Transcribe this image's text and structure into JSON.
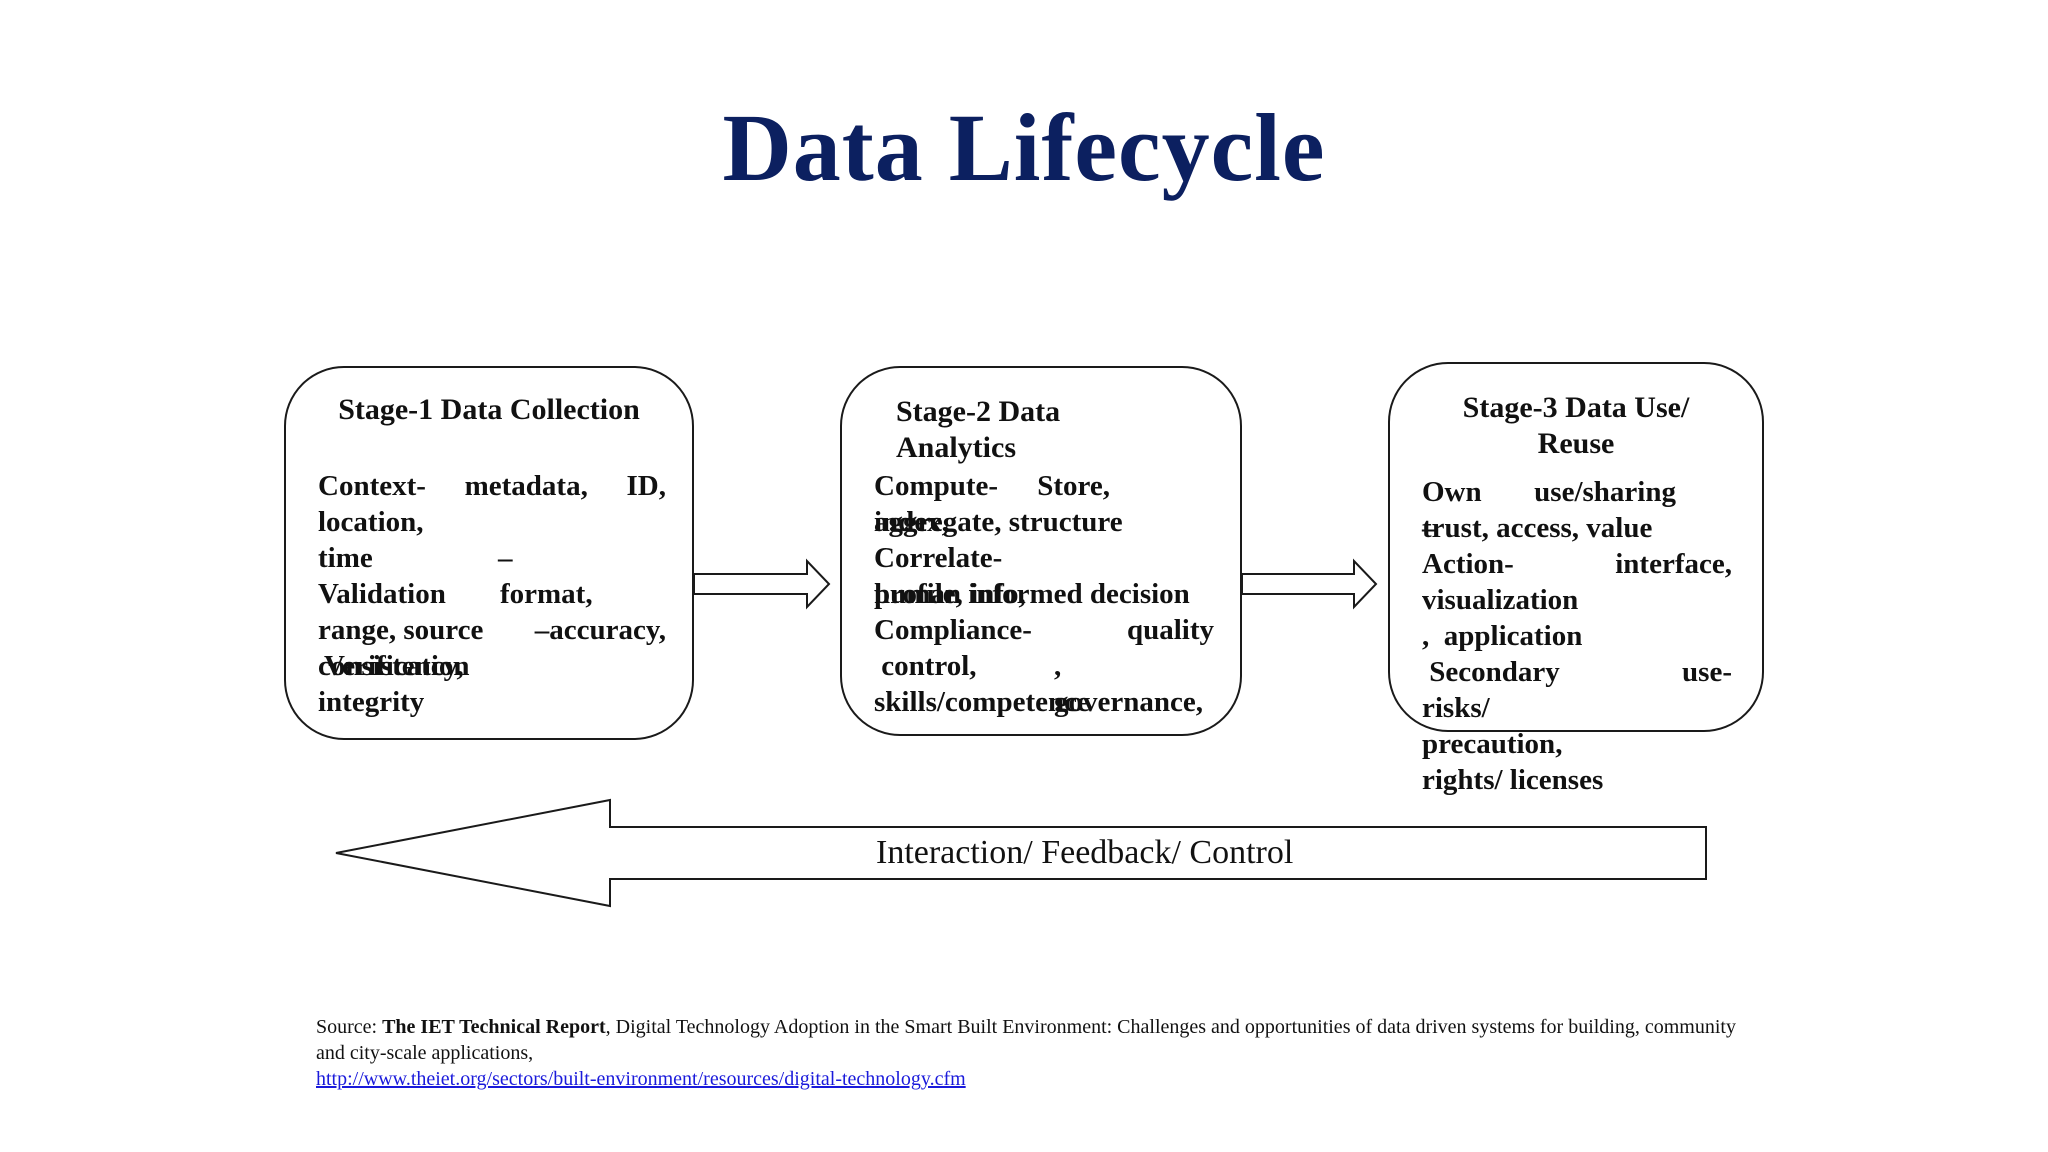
{
  "title": "Data Lifecycle",
  "stages": [
    {
      "title": "Stage-1 Data Collection",
      "lines": [
        [
          "Context-",
          "metadata,",
          "ID,"
        ],
        [
          "location,"
        ],
        [
          "time",
          "–"
        ],
        [
          "Validation",
          "format,"
        ],
        [
          "range, source",
          "–accuracy,"
        ],
        [
          "consistency,"
        ],
        [
          "integrity"
        ]
      ],
      "overlay": "Verification"
    },
    {
      "title_lines": [
        "Stage-2 Data",
        "Analytics"
      ],
      "lines": [
        [
          "Compute-",
          "Store,"
        ],
        [
          "index,"
        ],
        [
          "Correlate-"
        ],
        [
          "profile, info,"
        ],
        [
          "Compliance-",
          "quality"
        ],
        [
          " control,",
          ","
        ],
        [
          "skills/competence"
        ]
      ],
      "overlays": [
        "aggregate, structure",
        "human informed decision",
        "governance,"
      ]
    },
    {
      "title_lines": [
        "Stage-3 Data Use/",
        "Reuse"
      ],
      "lines": [
        [
          "Own",
          "use/sharing"
        ],
        [
          "–"
        ],
        [
          "Action-",
          "interface,"
        ],
        [
          "visualization"
        ],
        [
          ",  application"
        ],
        [
          " Secondary",
          "use-"
        ],
        [
          "risks/"
        ],
        [
          "precaution,"
        ],
        [
          "rights/ licenses"
        ]
      ],
      "overlay": "trust, access, value"
    }
  ],
  "feedback_label": "Interaction/ Feedback/ Control",
  "source": {
    "prefix": "Source: ",
    "report": "The IET Technical Report",
    "text": ", Digital Technology Adoption in the Smart Built Environment:  Challenges and opportunities of data driven systems for building, community and city-scale applications,",
    "link": "http://www.theiet.org/sectors/built-environment/resources/digital-technology.cfm"
  },
  "colors": {
    "title": "#0c2060",
    "link": "#1a1adb",
    "stroke": "#1a1a1a"
  }
}
